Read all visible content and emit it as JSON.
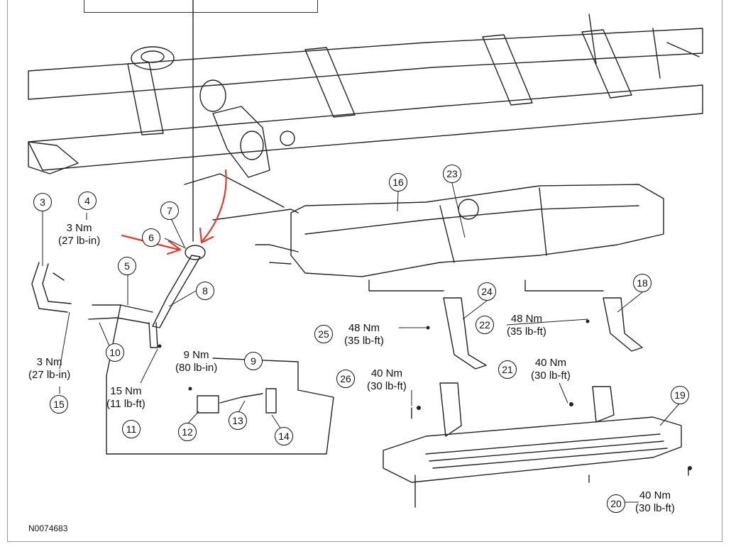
{
  "diagram": {
    "figure_code": "N0074683",
    "accent_annotation_color": "#e23b2e",
    "line_color": "#222222",
    "callouts": [
      {
        "id": "c3",
        "number": "3"
      },
      {
        "id": "c4",
        "number": "4"
      },
      {
        "id": "c5",
        "number": "5"
      },
      {
        "id": "c6",
        "number": "6"
      },
      {
        "id": "c7",
        "number": "7"
      },
      {
        "id": "c8",
        "number": "8"
      },
      {
        "id": "c9",
        "number": "9"
      },
      {
        "id": "c10",
        "number": "10"
      },
      {
        "id": "c11",
        "number": "11"
      },
      {
        "id": "c12",
        "number": "12"
      },
      {
        "id": "c13",
        "number": "13"
      },
      {
        "id": "c14",
        "number": "14"
      },
      {
        "id": "c15",
        "number": "15"
      },
      {
        "id": "c16",
        "number": "16"
      },
      {
        "id": "c18",
        "number": "18"
      },
      {
        "id": "c19",
        "number": "19"
      },
      {
        "id": "c20",
        "number": "20"
      },
      {
        "id": "c21",
        "number": "21"
      },
      {
        "id": "c22",
        "number": "22"
      },
      {
        "id": "c23",
        "number": "23"
      },
      {
        "id": "c24",
        "number": "24"
      },
      {
        "id": "c25",
        "number": "25"
      },
      {
        "id": "c26",
        "number": "26"
      }
    ],
    "torques": {
      "t4": {
        "nm": "3 Nm",
        "imperial": "(27 lb-in)"
      },
      "t15": {
        "nm": "3 Nm",
        "imperial": "(27 lb-in)"
      },
      "t11": {
        "nm": "15 Nm",
        "imperial": "(11 lb-ft)"
      },
      "t9": {
        "nm": "9 Nm",
        "imperial": "(80 lb-in)"
      },
      "t25": {
        "nm": "48 Nm",
        "imperial": "(35 lb-ft)"
      },
      "t22": {
        "nm": "48 Nm",
        "imperial": "(35 lb-ft)"
      },
      "t26": {
        "nm": "40 Nm",
        "imperial": "(30 lb-ft)"
      },
      "t21": {
        "nm": "40 Nm",
        "imperial": "(30 lb-ft)"
      },
      "t20": {
        "nm": "40 Nm",
        "imperial": "(30 lb-ft)"
      }
    }
  }
}
